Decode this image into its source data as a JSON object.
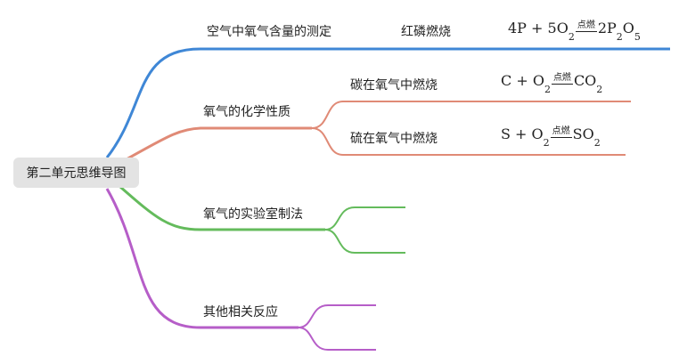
{
  "root": {
    "label": "第二单元思维导图"
  },
  "colors": {
    "blue": "#3f87d6",
    "salmon": "#e08a76",
    "green": "#64bb5c",
    "purple": "#b65ec8"
  },
  "branches": [
    {
      "label": "空气中氧气含量的测定",
      "children": [
        {
          "label": "红磷燃烧",
          "formula": {
            "lhs": [
              "4P + 5O",
              "2"
            ],
            "cond": "点燃",
            "rhs": [
              "2P",
              "2",
              "O",
              "5"
            ]
          }
        }
      ]
    },
    {
      "label": "氧气的化学性质",
      "children": [
        {
          "label": "碳在氧气中燃烧",
          "formula": {
            "lhs": [
              "C + O",
              "2"
            ],
            "cond": "点燃",
            "rhs": [
              "CO",
              "2"
            ]
          }
        },
        {
          "label": "硫在氧气中燃烧",
          "formula": {
            "lhs": [
              "S + O",
              "2"
            ],
            "cond": "点燃",
            "rhs": [
              "SO",
              "2"
            ]
          }
        }
      ]
    },
    {
      "label": "氧气的实验室制法",
      "children": []
    },
    {
      "label": "其他相关反应",
      "children": []
    }
  ]
}
